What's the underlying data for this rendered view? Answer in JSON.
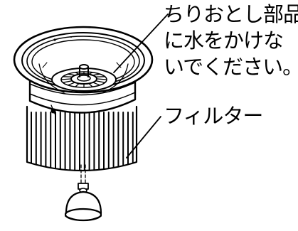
{
  "labels": {
    "strainer_line1": "ちりおとし部品",
    "strainer_line2": "に水をかけな",
    "strainer_line3": "いでください。",
    "filter": "フィルター"
  }
}
